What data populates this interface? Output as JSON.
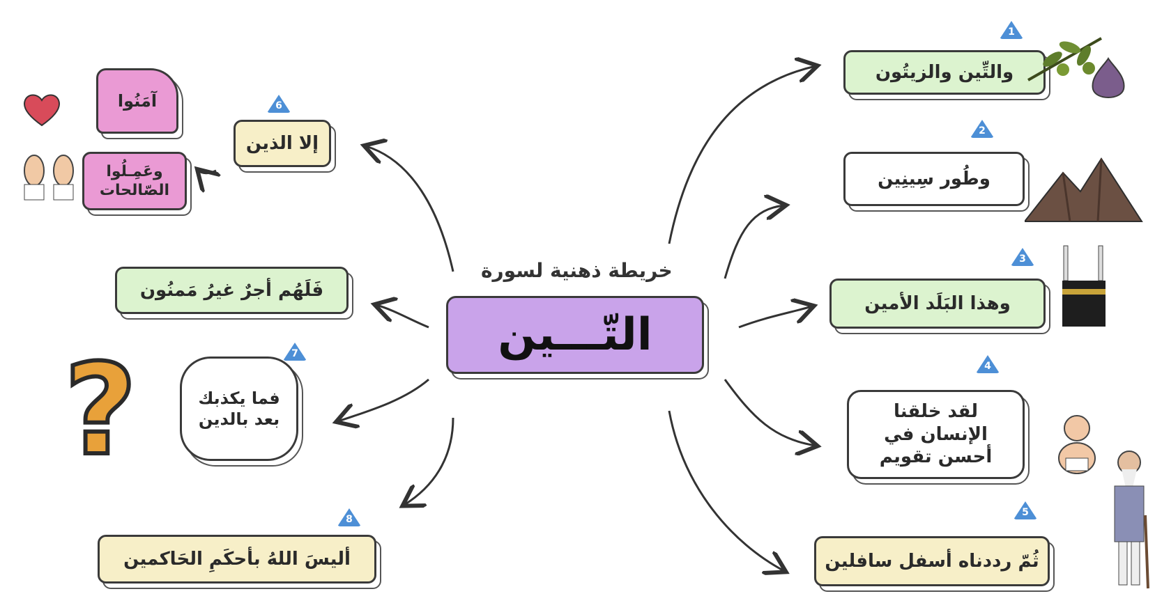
{
  "center": {
    "subtitle": "خريطة ذهنية لسورة",
    "title": "التّـــين"
  },
  "nodes": [
    {
      "badge": "1",
      "text": "والتِّين والزيتُون"
    },
    {
      "badge": "2",
      "text": "وطُور سِينِين"
    },
    {
      "badge": "3",
      "text": "وهذا البَلَد الأمين"
    },
    {
      "badge": "4",
      "text": "لقد خلقنا الإنسان في أحسن تقويم"
    },
    {
      "badge": "5",
      "text": "ثُمّ رددناه أسفل سافلين"
    },
    {
      "badge": "6",
      "text": "إلا الذين",
      "sub1": "آمَنُوا",
      "sub2": "وعَمِـلُوا الصّالحات"
    },
    {
      "badge": "",
      "text": "فَلَهُم أجرٌ غيرُ مَمنُون"
    },
    {
      "badge": "7",
      "text": "فما يكذبك بعد بالدين"
    },
    {
      "badge": "8",
      "text": "أليسَ اللهُ بأحكَمِ الحَاكمين"
    }
  ],
  "colors": {
    "center": "#c9a3ea",
    "green": "#dcf3cf",
    "cream": "#f7efc8",
    "pink": "#ea9ad4",
    "badge": "#4d8fd6",
    "question": "#e8a13a"
  },
  "icons": [
    "olive-branch-icon",
    "fig-icon",
    "mountain-icon",
    "kaaba-icon",
    "baby-icon",
    "old-man-icon",
    "heart-icon",
    "praying-hands-icon",
    "question-mark-icon"
  ]
}
